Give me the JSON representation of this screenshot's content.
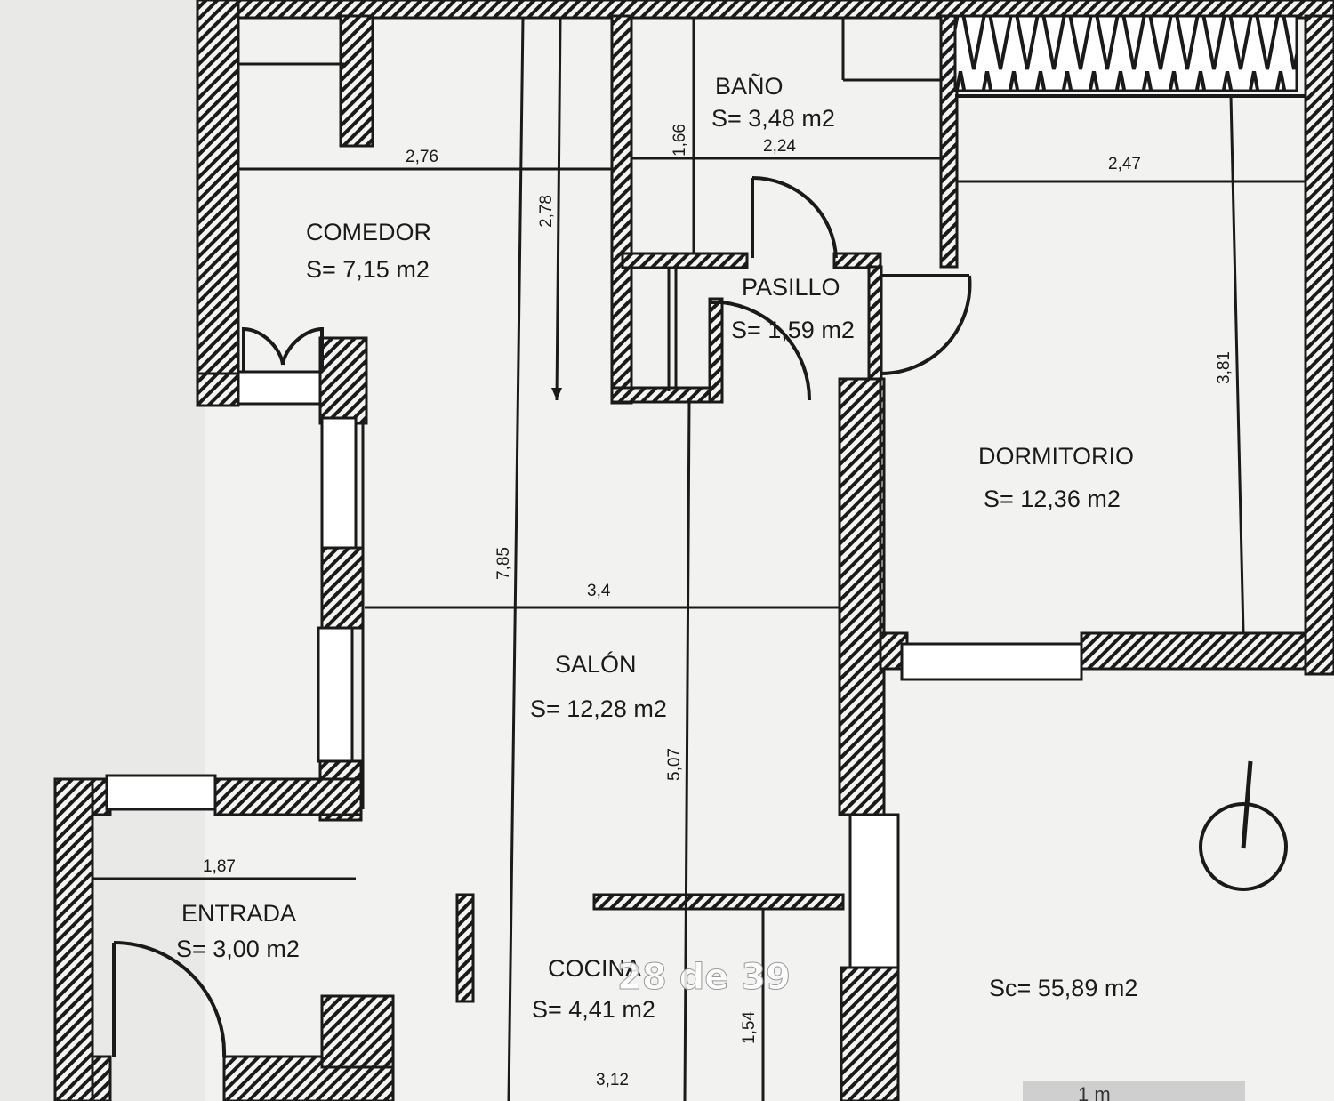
{
  "rooms": {
    "bano": {
      "name": "BAÑO",
      "area": "S= 3,48 m2"
    },
    "comedor": {
      "name": "COMEDOR",
      "area": "S= 7,15 m2"
    },
    "pasillo": {
      "name": "PASILLO",
      "area": "S= 1,59 m2"
    },
    "dormitorio": {
      "name": "DORMITORIO",
      "area": "S= 12,36 m2"
    },
    "salon": {
      "name": "SALÓN",
      "area": "S= 12,28 m2"
    },
    "entrada": {
      "name": "ENTRADA",
      "area": "S= 3,00 m2"
    },
    "cocina": {
      "name": "COCINA",
      "area": "S= 4,41 m2"
    }
  },
  "total_area": "Sc= 55,89 m2",
  "dimensions": {
    "comedor_width": "2,76",
    "comedor_height": "2,78",
    "bano_height": "1,66",
    "bano_width": "2,24",
    "dormitorio_width": "2,47",
    "dormitorio_height": "3,81",
    "salon_height": "7,85",
    "salon_width": "3,4",
    "cocina_height": "5,07",
    "cocina_short": "1,54",
    "cocina_width": "3,12",
    "entrada_width": "1,87"
  },
  "page_indicator": "28 de 39",
  "scale_label": "1 m",
  "colors": {
    "wall": "#1a1a1a",
    "paper": "#e9e9e7",
    "overlay_text": "#ffffff"
  }
}
